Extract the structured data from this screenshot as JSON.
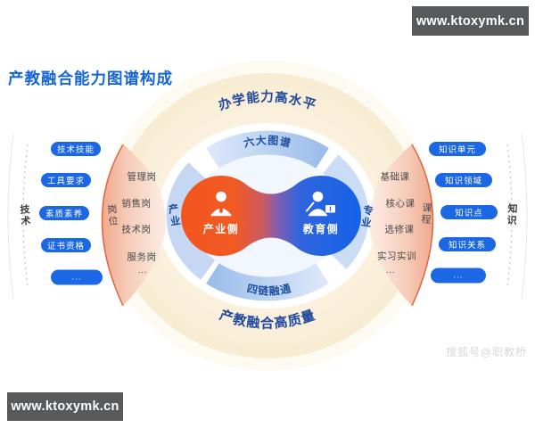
{
  "page": {
    "site_url": "www.ktoxymk.cn",
    "title": "产教融合能力图谱构成",
    "social_watermark": "搜狐号@职教桥"
  },
  "diagram": {
    "arcs": {
      "top": "办学能力高水平",
      "bottom": "产教融合高质量",
      "band_top": "六大图谱",
      "band_bottom": "四链融通"
    },
    "center": {
      "industry": {
        "label": "产业侧",
        "icon": "businessman-icon",
        "color": "#F3551C"
      },
      "education": {
        "label": "教育侧",
        "icon": "teacher-icon",
        "color": "#1463E8"
      }
    },
    "axes": {
      "far_left": "技术",
      "inner_left": "岗位",
      "ring_left": "产业",
      "ring_right": "专业",
      "inner_right": "课程",
      "far_right": "知识"
    },
    "left_pills": [
      "技术技能",
      "工具要求",
      "素质素养",
      "证书资格",
      "..."
    ],
    "left_items": [
      "管理岗",
      "销售岗",
      "技术岗",
      "服务岗",
      "..."
    ],
    "right_items": [
      "基础课",
      "核心课",
      "选修课",
      "实习实训",
      "..."
    ],
    "right_pills": [
      "知识单元",
      "知识领域",
      "知识点",
      "知识关系",
      "..."
    ],
    "colors": {
      "pill_blue": "#1C68E4",
      "industry_orange": "#F3551C",
      "education_blue": "#1463E8",
      "ring_light_blue": "#C5D7F2",
      "band_text_navy": "#1C4FA4",
      "arc_text_navy": "#20489E",
      "cream": "#FBF2E0",
      "crescent_pink": "#F6CDBA",
      "crescent_edge": "#D4552E",
      "bar_gray": "#58595B",
      "title_blue": "#1565D8",
      "watermark_gray": "#D8D8D8"
    }
  }
}
